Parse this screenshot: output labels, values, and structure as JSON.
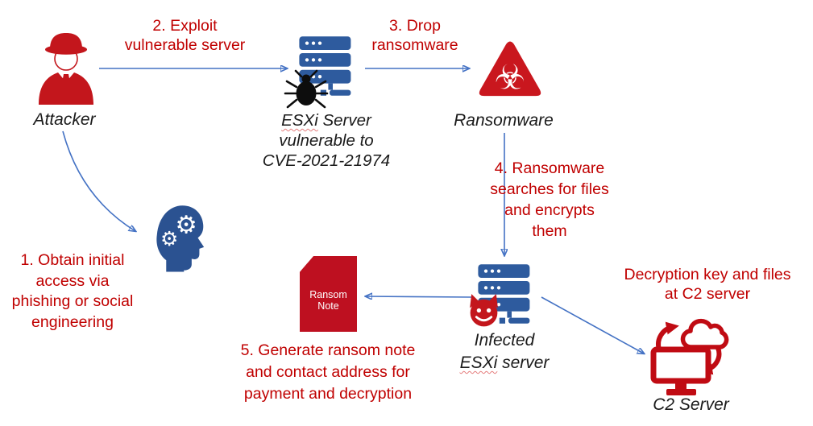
{
  "colors": {
    "step_text_red": "#C00000",
    "icon_red": "#C3161C",
    "server_blue": "#2E5B9E",
    "head_blue": "#2B5291",
    "arrow_blue": "#4472C4",
    "label_black": "#1A1A1A",
    "note_text_white": "#FFFFFF"
  },
  "nodes": {
    "attacker": {
      "icon": "spy-icon",
      "label": "Attacker"
    },
    "esxi_server": {
      "icon": "server-bug-icon",
      "line1_word1": "ESXi",
      "line1_word2": " Server",
      "line2": "vulnerable to",
      "line3": "CVE-2021-21974"
    },
    "ransomware": {
      "icon": "biohazard-icon",
      "label": "Ransomware"
    },
    "infected_server": {
      "icon": "server-devil-icon",
      "line1": "Infected",
      "line2_word1": "ESXi",
      "line2_word2": " server"
    },
    "ransom_note": {
      "icon": "ransom-note-document-icon",
      "line1": "Ransom",
      "line2": "Note"
    },
    "mind": {
      "icon": "head-gears-icon"
    },
    "c2_server": {
      "icon": "cloud-sync-monitor-icon",
      "label": "C2 Server"
    }
  },
  "steps": {
    "step1": {
      "line1": "1. Obtain initial",
      "line2": "access via",
      "line3": "phishing or social",
      "line4": "engineering"
    },
    "step2": {
      "line1": "2. Exploit",
      "line2": "vulnerable server"
    },
    "step3": {
      "line1": "3. Drop",
      "line2": "ransomware"
    },
    "step4": {
      "line1": "4. Ransomware",
      "line2": "searches for files",
      "line3": "and encrypts",
      "line4": "them"
    },
    "step5": {
      "line1": "5. Generate ransom note",
      "line2": "and contact address for",
      "line3": "payment and decryption"
    },
    "c2_note": {
      "line1": "Decryption key and files",
      "line2": "at C2 server"
    }
  }
}
